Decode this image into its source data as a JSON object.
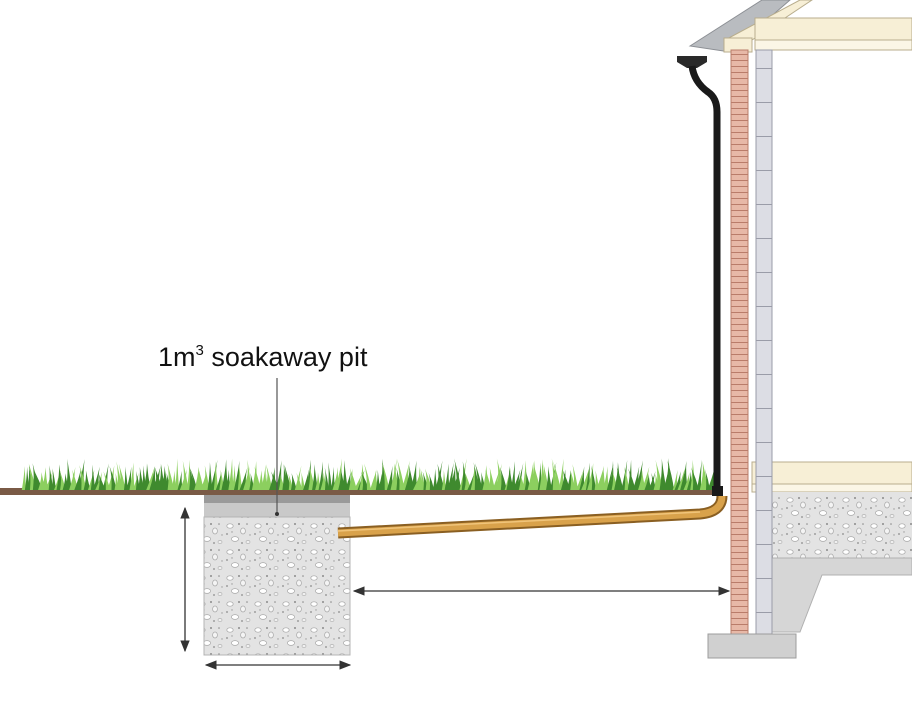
{
  "label": {
    "prefix": "1m",
    "superscript": "3",
    "suffix": " soakaway pit"
  },
  "elements": {
    "grass": "grass-strip",
    "pit": "soakaway-pit",
    "pipe": "drain-pipe",
    "downpipe": "rainwater-downpipe",
    "wall": "house-wall"
  },
  "colors": {
    "grass_dark": "#3f8a2e",
    "grass_light": "#8ccf5f",
    "soil": "#7a5a46",
    "gravel": "#e3e3e3",
    "pipe": "#c8913a",
    "pipe_dark": "#8a5f22",
    "downpipe": "#1a1a1a",
    "brick": "#e7b8a7",
    "brick_line": "#b97c6a",
    "block": "#dcdde4",
    "timber": "#f7efd6",
    "concrete": "#d6d6d6",
    "arrow": "#333333"
  }
}
